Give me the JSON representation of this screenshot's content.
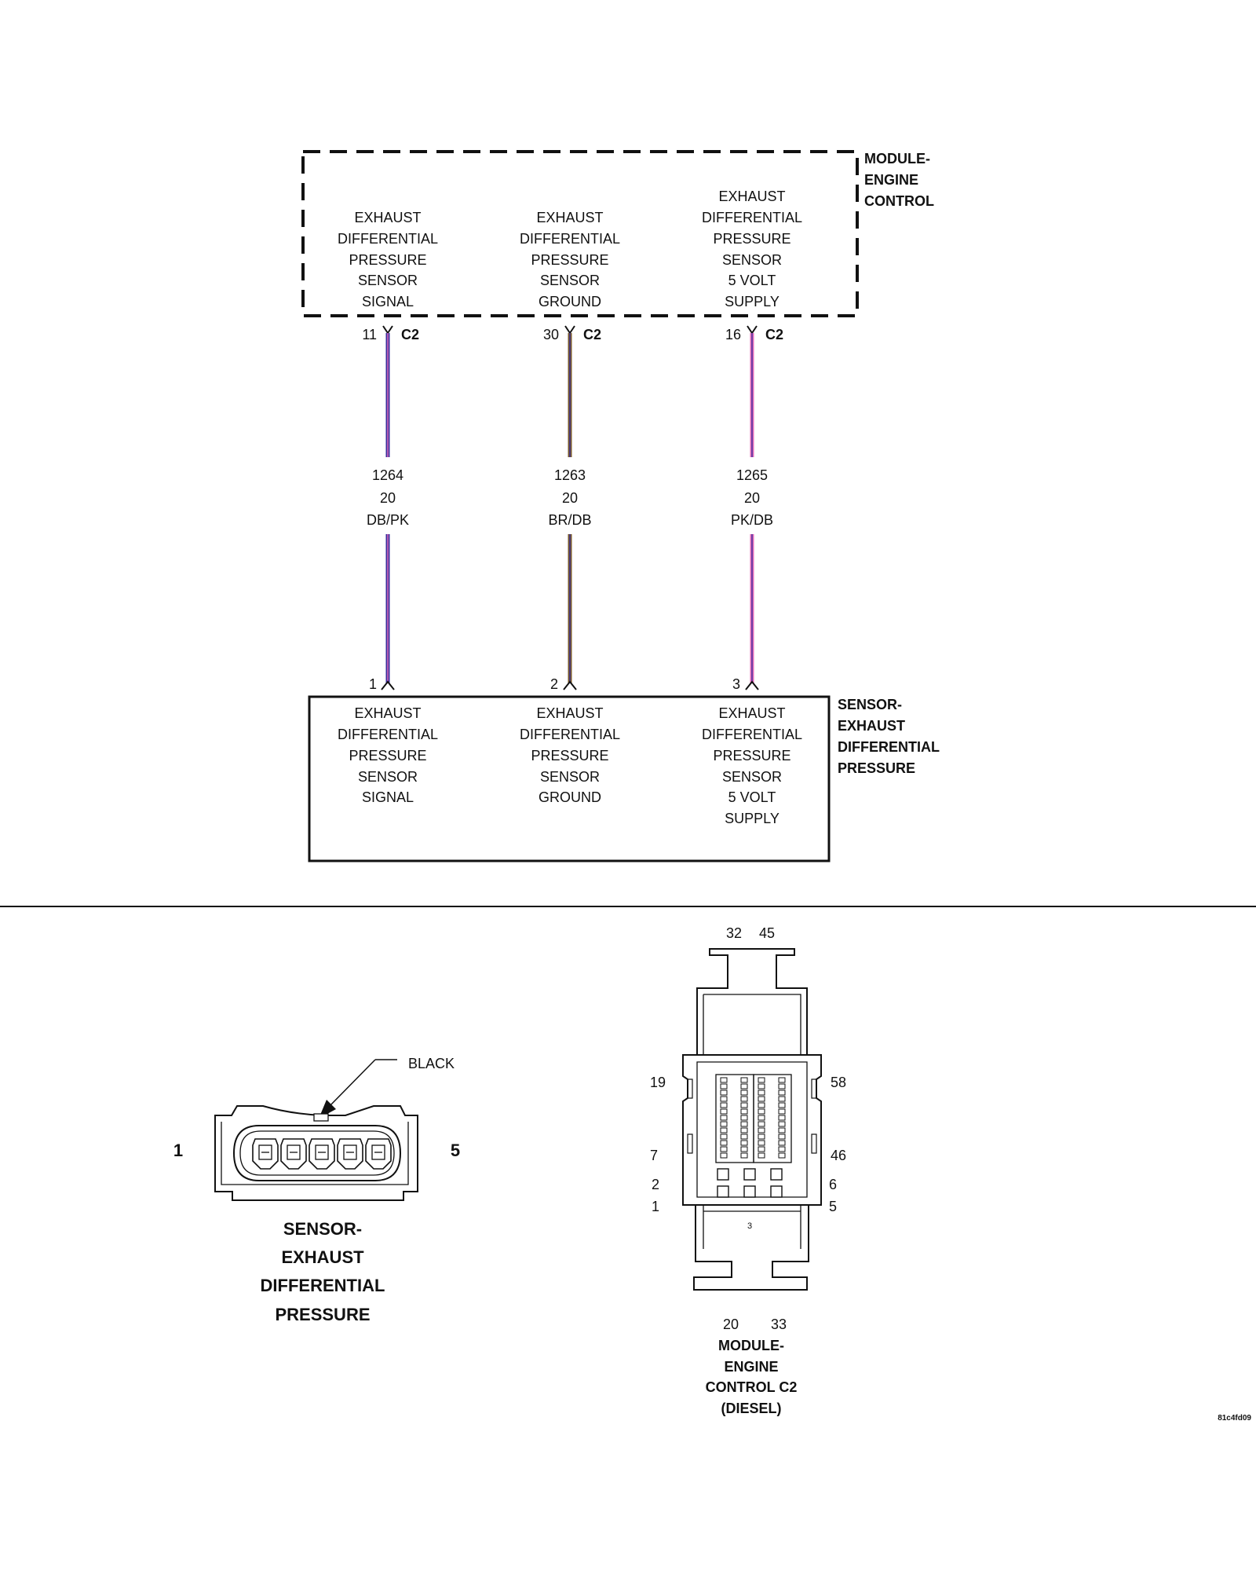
{
  "module": {
    "title_lines": [
      "MODULE-",
      "ENGINE",
      "CONTROL"
    ],
    "connector": "C2",
    "functions": [
      {
        "lines": [
          "EXHAUST",
          "DIFFERENTIAL",
          "PRESSURE",
          "SENSOR",
          "SIGNAL"
        ]
      },
      {
        "lines": [
          "EXHAUST",
          "DIFFERENTIAL",
          "PRESSURE",
          "SENSOR",
          "GROUND"
        ]
      },
      {
        "lines": [
          "EXHAUST",
          "DIFFERENTIAL",
          "PRESSURE",
          "SENSOR",
          "5 VOLT",
          "SUPPLY"
        ]
      }
    ]
  },
  "wires": [
    {
      "ecm_pin": "11",
      "circuit": "1264",
      "gauge": "20",
      "color_code": "DB/PK",
      "sensor_pin": "1",
      "color_main": "#3a2f9e",
      "color_stripe": "#e46bb8"
    },
    {
      "ecm_pin": "30",
      "circuit": "1263",
      "gauge": "20",
      "color_code": "BR/DB",
      "sensor_pin": "2",
      "color_main": "#7a5a2a",
      "color_stripe": "#3a2f9e"
    },
    {
      "ecm_pin": "16",
      "circuit": "1265",
      "gauge": "20",
      "color_code": "PK/DB",
      "sensor_pin": "3",
      "color_main": "#e46bb8",
      "color_stripe": "#3a2f9e"
    }
  ],
  "sensor": {
    "title_lines": [
      "SENSOR-",
      "EXHAUST",
      "DIFFERENTIAL",
      "PRESSURE"
    ],
    "functions": [
      {
        "lines": [
          "EXHAUST",
          "DIFFERENTIAL",
          "PRESSURE",
          "SENSOR",
          "SIGNAL"
        ]
      },
      {
        "lines": [
          "EXHAUST",
          "DIFFERENTIAL",
          "PRESSURE",
          "SENSOR",
          "GROUND"
        ]
      },
      {
        "lines": [
          "EXHAUST",
          "DIFFERENTIAL",
          "PRESSURE",
          "SENSOR",
          "5 VOLT",
          "SUPPLY"
        ]
      }
    ]
  },
  "sensor_connector": {
    "pin_left": "1",
    "pin_right": "5",
    "color_callout": "BLACK",
    "caption_lines": [
      "SENSOR-",
      "EXHAUST",
      "DIFFERENTIAL",
      "PRESSURE"
    ]
  },
  "ecm_connector": {
    "top_pins": [
      "32",
      "45"
    ],
    "left_pins": [
      "19",
      "7",
      "2",
      "1"
    ],
    "right_pins": [
      "58",
      "46",
      "6",
      "5"
    ],
    "center_pin": "3",
    "bottom_pins": [
      "20",
      "33"
    ],
    "caption_lines": [
      "MODULE-",
      "ENGINE",
      "CONTROL C2",
      "(DIESEL)"
    ]
  },
  "figure_id": "81c4fd09"
}
